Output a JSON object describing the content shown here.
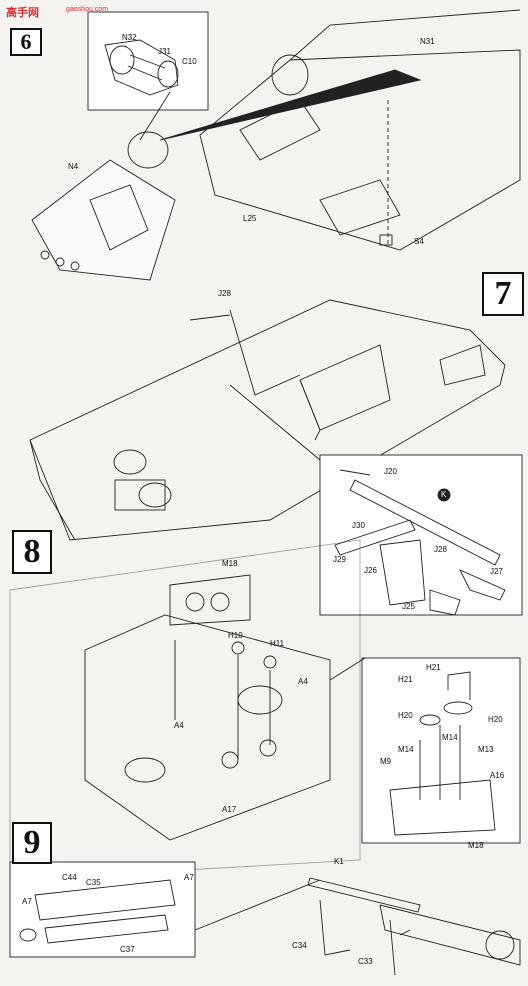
{
  "watermark": {
    "text": "高手网",
    "sub": "gaoshou.com"
  },
  "steps": {
    "s6": "6",
    "s7": "7",
    "s8": "8",
    "s9": "9"
  },
  "labels": {
    "n32": "N32",
    "j31": "J31",
    "c10": "C10",
    "n31": "N31",
    "n4": "N4",
    "l25": "L25",
    "s4": "S4",
    "j28a": "J28",
    "j20": "J20",
    "k": "K",
    "j30": "J30",
    "j29": "J29",
    "j26": "J26",
    "j28b": "J28",
    "j27": "J27",
    "j25": "J25",
    "m18a": "M18",
    "h10": "H10",
    "h11": "H11",
    "a4a": "A4",
    "a4b": "A4",
    "a17": "A17",
    "h21a": "H21",
    "h21b": "H21",
    "h20a": "H20",
    "h20b": "H20",
    "m14a": "M14",
    "m14b": "M14",
    "m13": "M13",
    "m9": "M9",
    "a16": "A16",
    "m18b": "M18",
    "c44": "C44",
    "c35": "C35",
    "a7a": "A7",
    "a7b": "A7",
    "c37": "C37",
    "k1": "K1",
    "c34": "C34",
    "c33": "C33"
  },
  "colors": {
    "line": "#222222",
    "badge": "#1a56b0",
    "paper": "#f4f3f0"
  }
}
